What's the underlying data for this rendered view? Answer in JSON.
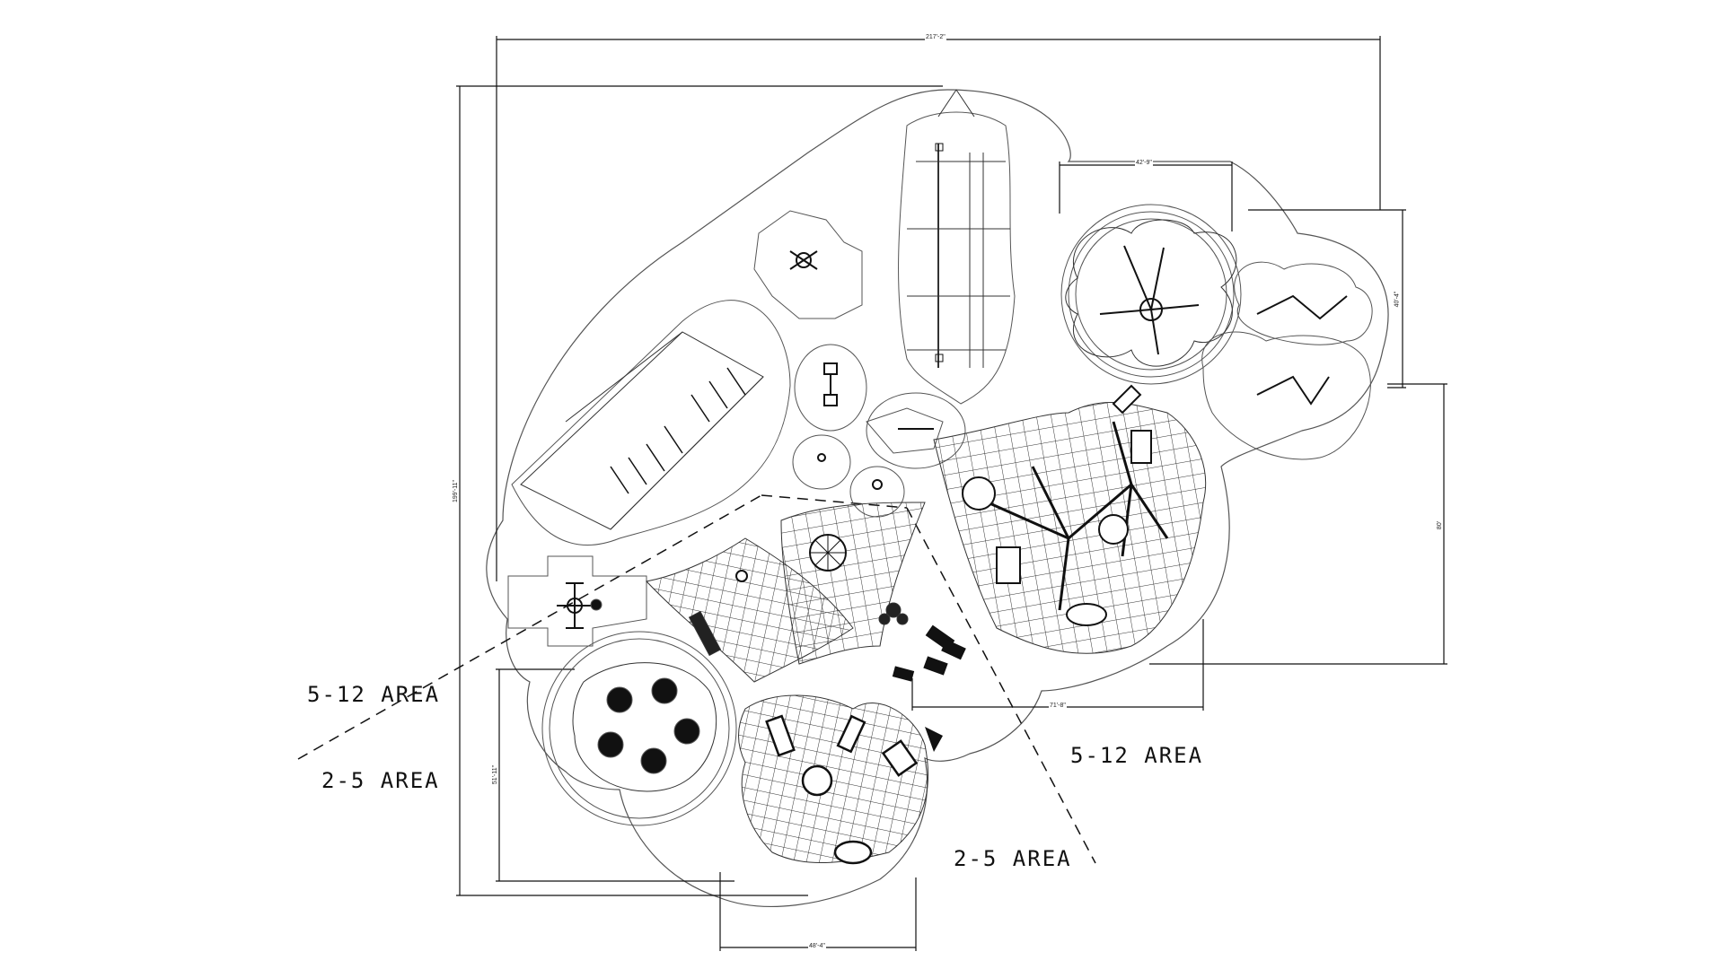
{
  "zones": {
    "left_upper": "5-12 AREA",
    "left_lower": "2-5 AREA",
    "right_upper": "5-12 AREA",
    "right_lower": "2-5 AREA"
  },
  "dimensions": {
    "overall_width": "217'-2\"",
    "overall_height": "199'-11\"",
    "top_right_width": "42'-9\"",
    "right_small_height": "40'-4\"",
    "right_large_height": "80'",
    "middle_width": "71'-8\"",
    "left_lower_height": "51'-11\"",
    "bottom_width": "48'-4\""
  },
  "colors": {
    "line": "#4a4a4a",
    "ink": "#111111",
    "background": "#ffffff"
  }
}
